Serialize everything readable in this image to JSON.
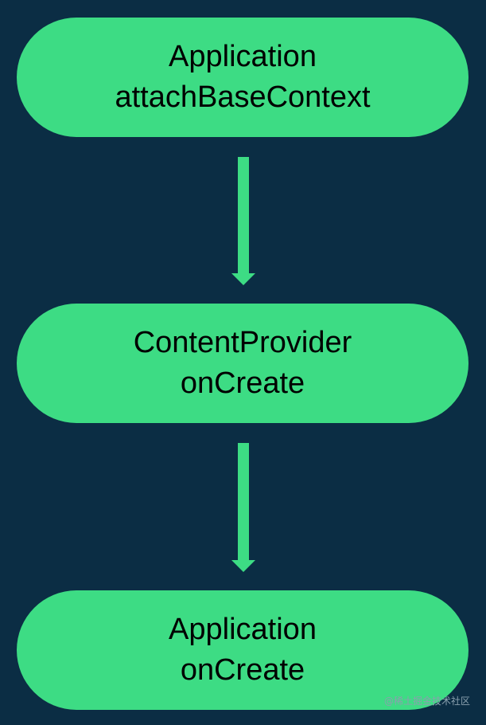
{
  "diagram": {
    "nodes": [
      {
        "line1": "Application",
        "line2": "attachBaseContext"
      },
      {
        "line1": "ContentProvider",
        "line2": "onCreate"
      },
      {
        "line1": "Application",
        "line2": "onCreate"
      }
    ],
    "edges": [
      {
        "from": 0,
        "to": 1
      },
      {
        "from": 1,
        "to": 2
      }
    ],
    "colors": {
      "background": "#0b2d44",
      "node_fill": "#3ddc84",
      "arrow": "#3ddc84",
      "text": "#000000"
    }
  },
  "watermark": {
    "text": "@稀土掘金技术社区"
  }
}
